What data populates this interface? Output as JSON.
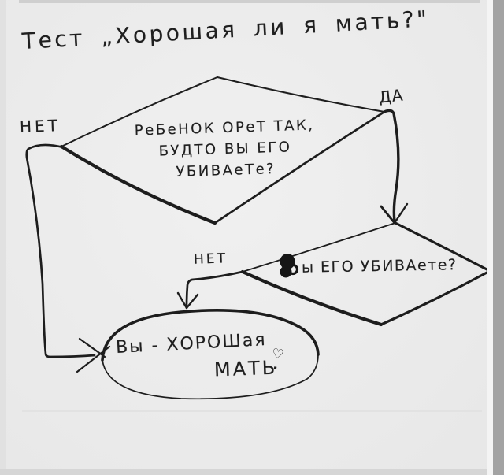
{
  "colors": {
    "paper": "#ebebeb",
    "ink": "#1d1d1d",
    "photo_edge_dark": "#a3a3a3",
    "photo_edge_light": "#f4f4f4"
  },
  "title": {
    "text": "Тест „Хорошая ли я мать?\""
  },
  "flowchart": {
    "decision1": {
      "lines": [
        "РеБеНОК ОРеТ ТАК,",
        "БУДТО ВЫ ЕГО",
        "УБИВАеТе?"
      ]
    },
    "labels": {
      "yes": "ДА",
      "no_left": "НЕТ",
      "no_mid": "НЕТ"
    },
    "decision2": {
      "text_after_ink_blob": "ы ЕГО УБИВАете?"
    },
    "result": {
      "line1": "Вы - ХОРОШая",
      "line2": "МАТЬ",
      "exclamation_heart": "♡",
      "exclamation_dot": "."
    }
  }
}
